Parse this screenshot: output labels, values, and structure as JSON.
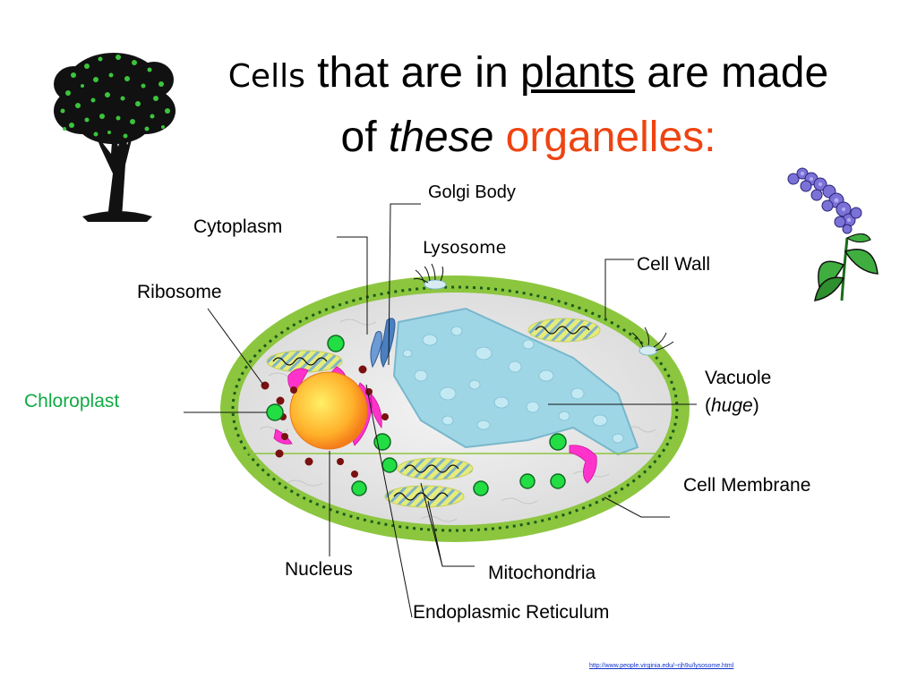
{
  "title": {
    "cells": "Cells",
    "part1": " that are in ",
    "plants": "plants",
    "part2": " are made",
    "of": "of ",
    "these": "these",
    "organelles": "organelles:"
  },
  "labels": {
    "golgi": "Golgi Body",
    "cytoplasm": "Cytoplasm",
    "lysosome": "Lysosome",
    "cell_wall": "Cell Wall",
    "ribosome": "Ribosome",
    "chloroplast": "Chloroplast",
    "vacuole": "Vacuole",
    "vacuole_paren_open": "(",
    "vacuole_huge": "huge",
    "vacuole_paren_close": ")",
    "cell_membrane": "Cell Membrane",
    "nucleus": "Nucleus",
    "mitochondria": "Mitochondria",
    "er": "Endoplasmic Reticulum"
  },
  "source_link": "http://www.people.virginia.edu/~rjh9u/lysosome.html",
  "colors": {
    "cell_wall": "#8cc63f",
    "cytoplasm": "#e8e8e8",
    "vacuole": "#9fd6e6",
    "chloroplast": "#22dd44",
    "nucleus": "#ffaa22",
    "er": "#ff33cc",
    "ribosome": "#7a1010",
    "golgi": "#4a7fc0",
    "title_accent": "#ee4411",
    "chloroplast_label": "#11aa44"
  },
  "icons": [
    "tree-icon",
    "flower-icon"
  ]
}
